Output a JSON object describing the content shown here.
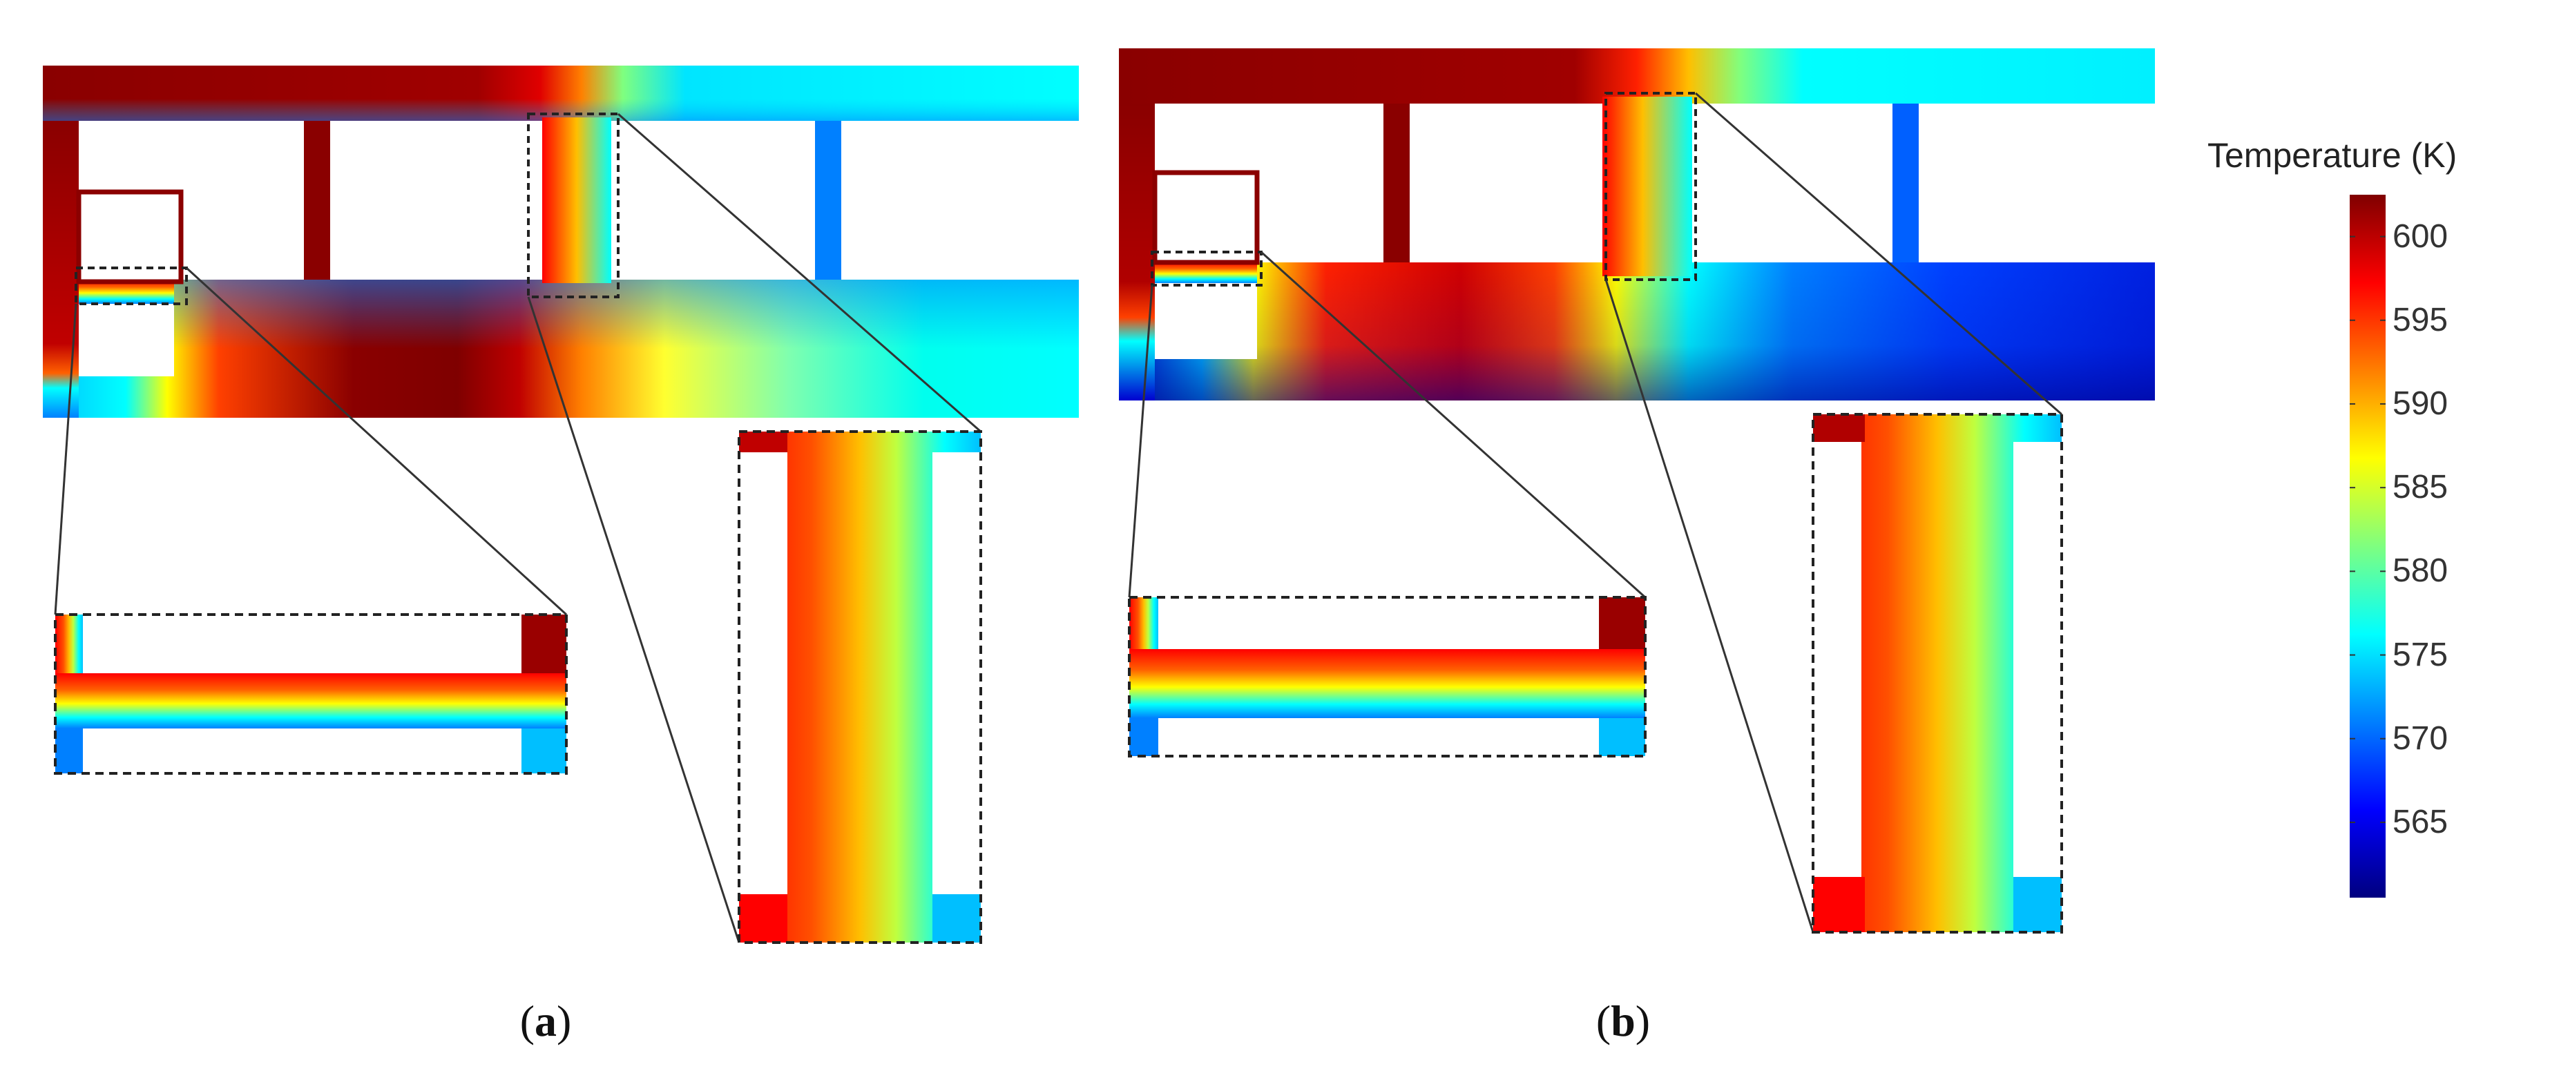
{
  "colorbar": {
    "title": "Temperature (K)",
    "min": 560.5,
    "max": 602.5,
    "ticks": [
      600,
      595,
      590,
      585,
      580,
      575,
      570,
      565
    ],
    "tick_labels": [
      "600",
      "595",
      "590",
      "585",
      "580",
      "575",
      "570",
      "565"
    ],
    "colormap": "jet",
    "stops": [
      "#00007f",
      "#0000ff",
      "#007fff",
      "#00ffff",
      "#7fff7f",
      "#ffff00",
      "#ff7f00",
      "#ff0000",
      "#7f0000"
    ]
  },
  "panels": [
    {
      "id": "a",
      "label_open": "(",
      "label_bold": "a",
      "label_close": ")"
    },
    {
      "id": "b",
      "label_open": "(",
      "label_bold": "b",
      "label_close": ")"
    }
  ],
  "colors": {
    "hot": "#7f0000",
    "cold": "#0000ff",
    "zoom_frame": "#222222",
    "connector": "#333333",
    "highlight_box": "#8b0000"
  }
}
